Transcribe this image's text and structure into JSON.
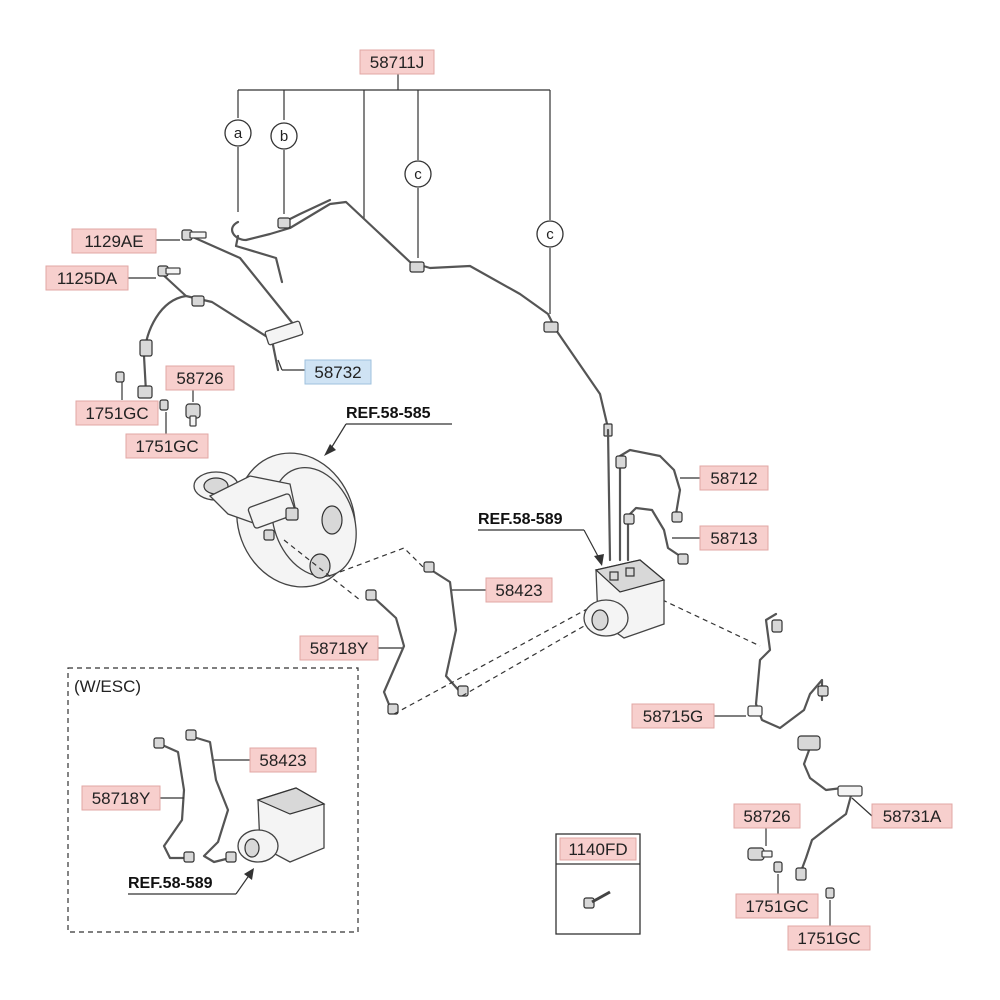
{
  "labels": {
    "l_58711J": "58711J",
    "l_1129AE": "1129AE",
    "l_1125DA": "1125DA",
    "l_58732": "58732",
    "l_58726_top": "58726",
    "l_1751GC_a": "1751GC",
    "l_1751GC_b": "1751GC",
    "l_ref_58_585": "REF.58-585",
    "l_58712": "58712",
    "l_58713": "58713",
    "l_ref_58_589": "REF.58-589",
    "l_58423": "58423",
    "l_58718Y": "58718Y",
    "l_58715G": "58715G",
    "l_58731A": "58731A",
    "l_58726_bot": "58726",
    "l_1751GC_c": "1751GC",
    "l_1751GC_d": "1751GC",
    "l_1140FD": "1140FD",
    "w_esc_title": "(W/ESC)",
    "w_58423": "58423",
    "w_58718Y": "58718Y",
    "w_ref_58_589": "REF.58-589"
  },
  "callouts": {
    "a": "a",
    "b": "b",
    "c1": "c",
    "c2": "c"
  },
  "colors": {
    "label_fill": "#f7cfcd",
    "label_fill_highlight": "#cfe3f4",
    "line": "#333333"
  }
}
